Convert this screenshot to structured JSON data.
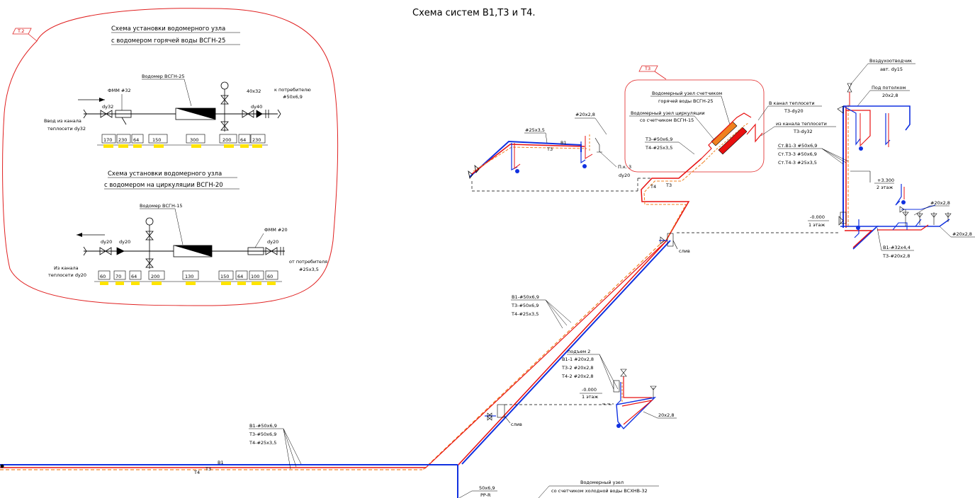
{
  "title": "Схема систем В1,Т3 и Т4.",
  "colors": {
    "b1": "#1030e0",
    "t3": "#e81010",
    "t4": "#f08020",
    "outline": "#e02020",
    "ink": "#000000",
    "tag_fill": "#ffe400"
  },
  "tags": {
    "t2": "T.2",
    "t3": "T3"
  },
  "detail1": {
    "title_line1": "Схема установки водомерного узла",
    "title_line2": "с водомером горячей воды ВСГН-25",
    "meter_label": "Водомер ВСГН-25",
    "filter_label": "ФММ #32",
    "valve_label": "dy32",
    "size_label": "40x32",
    "valve2_label": "dy40",
    "inlet_label_1": "Ввод из канала",
    "inlet_label_2": "теплосети dy32",
    "outlet_label_1": "к потребителю",
    "outlet_label_2": "#50x6,9",
    "dims": [
      "170",
      "230",
      "64",
      "150",
      "300",
      "200",
      "64",
      "230"
    ]
  },
  "detail2": {
    "title_line1": "Схема установки водомерного узла",
    "title_line2": "с водомером на циркуляции ВСГН-20",
    "meter_label": "Водомер ВСГН-15",
    "valve_label_a": "dy20",
    "valve_label_b": "dy20",
    "filter_label": "ФММ #20",
    "valve2_label": "dy20",
    "inlet_label_1": "Из канала",
    "inlet_label_2": "теплосети dy20",
    "outlet_label_1": "от потребителя",
    "outlet_label_2": "#25x3,5",
    "dims": [
      "60",
      "70",
      "64",
      "200",
      "130",
      "150",
      "64",
      "100",
      "60"
    ]
  },
  "labels": {
    "left_pipe_size": "#25x3,5",
    "left_b1": "В1",
    "left_t3": "Т3",
    "left_riser_size": "#20x2,8",
    "pk3_line1": "П.к. 3",
    "pk3_line2": "dy20",
    "node_hot_1": "Водомерный узел счетчиком",
    "node_hot_2": "горячей воды ВСГН-25",
    "node_circ_1": "Водомерный узел циркуляции",
    "node_circ_2": "со счетчиком  ВСГН-15",
    "to_channel_1": "В канал теплосети",
    "to_channel_2": "Т3-dy20",
    "from_channel_1": "из канала теплосети",
    "from_channel_2": "Т3-dy32",
    "mid_t3": "Т3-#50x6,9",
    "mid_t4": "Т4-#25x3,5",
    "pipe_t4": "Т4",
    "pipe_t3": "Т3",
    "air_vent_1": "Воздухоотводчик",
    "air_vent_2": "авт. dy15",
    "ceiling_1": "Под потолком",
    "ceiling_2": "20x2,8",
    "riser_1": "Ст.В1-3  #50x6,9",
    "riser_2": "Ст.Т3-3  #50x6,9",
    "riser_3": "Ст.Т4-3  #25x3,5",
    "level_plus": "+3.300",
    "floor_2": "2 этаж",
    "level_zero": "-0.000",
    "floor_1": "1 этаж",
    "right_size_a": "#20x2,8",
    "right_size_b": "#20x2,8",
    "right_bottom_1": "В1-#32x4,4",
    "right_bottom_2": "Т3-#20x2,8",
    "drain": "слив",
    "diag_b1": "В1-#50x6,9",
    "diag_t3": "Т3-#50x6,9",
    "diag_t4": "Т4-#25x3,5",
    "rise2_title": "подъем 2",
    "rise2_b1": "В1-1  #20x2,8",
    "rise2_t3": "Т3-2  #20x2,8",
    "rise2_t4": "Т4-2  #20x2,8",
    "rise2_level": "-0.000",
    "rise2_floor": "1 этаж",
    "rise2_size": "20x2,8",
    "drain2": "слив",
    "bottom_b1": "В1-#50x6,9",
    "bottom_t3": "Т3-#50x6,9",
    "bottom_t4": "Т4-#25x3,5",
    "pipe_b1_bottom": "В1",
    "pipe_t3_bottom": "Т3",
    "pipe_t4_bottom": "Т4",
    "pp_size": "50x6,9",
    "pp_name": "PP-R",
    "cold_node_1": "Водомерный узел",
    "cold_node_2": "со счетчиком холодной воды ВСХНВ-32"
  }
}
